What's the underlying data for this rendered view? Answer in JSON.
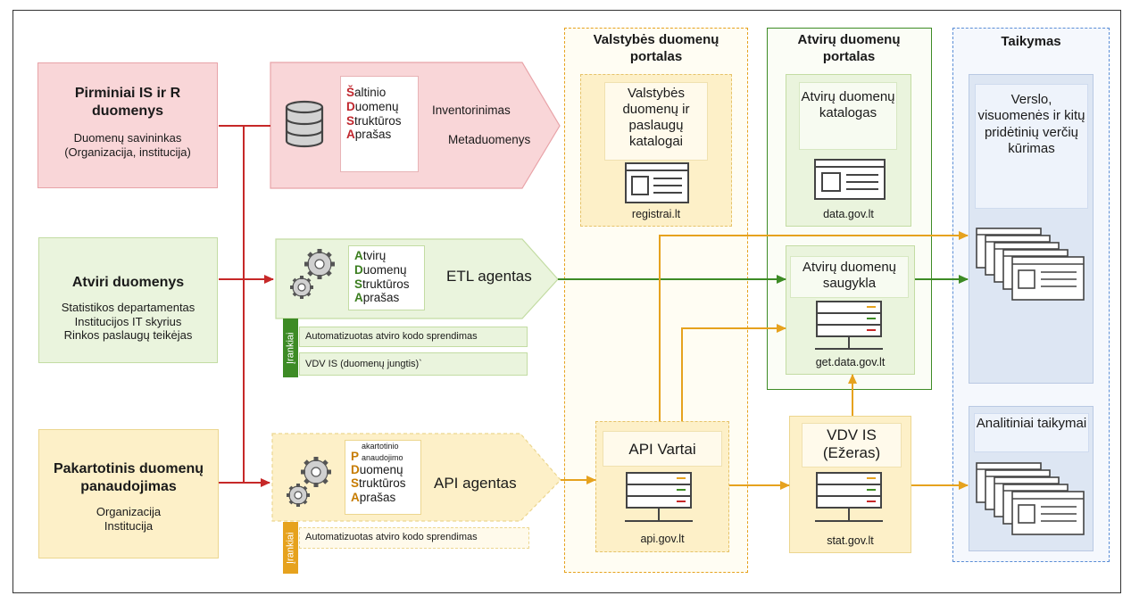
{
  "sources": {
    "primary": {
      "title": "Pirminiai IS ir R duomenys",
      "subtitle": "Duomenų savininkas (Organizacija, institucija)"
    },
    "open": {
      "title": "Atviri duomenys",
      "subtitle": "Statistikos departamentas Institucijos IT skyrius Rinkos paslaugų teikėjas"
    },
    "reuse": {
      "title": "Pakartotinis duomenų panaudojimas",
      "subtitle": "Organizacija Institucija"
    }
  },
  "sdsa": {
    "caps": [
      "Š",
      "D",
      "S",
      "A"
    ],
    "rest": [
      "altinio",
      "uomenų",
      "truktūros",
      "prašas"
    ]
  },
  "adsa": {
    "caps": [
      "A",
      "D",
      "S",
      "A"
    ],
    "rest": [
      "tvirų",
      "uomenų",
      "truktūros",
      "prašas"
    ]
  },
  "pdsa": {
    "top": "akartotinio",
    "cap": "P",
    "bottom": "anaudojimo",
    "caps": [
      "D",
      "S",
      "A"
    ],
    "rest": [
      "uomenų",
      "truktūros",
      "prašas"
    ]
  },
  "inventory_label": "Inventorinimas",
  "metadata_label": "Metaduomenys",
  "etl_label": "ETL agentas",
  "api_agent_label": "API agentas",
  "tools_label": "Įrankiai",
  "etl_tools": [
    "Automatizuotas atviro kodo sprendimas",
    "VDV IS (duomenų jungtis)`"
  ],
  "api_tools": [
    "Automatizuotas atviro kodo sprendimas"
  ],
  "state_portal": {
    "title": "Valstybės duomenų portalas",
    "catalog": "Valstybės duomenų ir paslaugų katalogai",
    "url": "registrai.lt"
  },
  "api_gateway": {
    "title": "API Vartai",
    "url": "api.gov.lt"
  },
  "open_portal": {
    "title": "Atvirų duomenų portalas",
    "catalog": "Atvirų duomenų katalogas",
    "catalog_url": "data.gov.lt",
    "storage": "Atvirų duomenų saugykla",
    "storage_url": "get.data.gov.lt"
  },
  "vdv": {
    "title": "VDV IS (Ežeras)",
    "url": "stat.gov.lt"
  },
  "application": {
    "title": "Taikymas",
    "value": "Verslo, visuomenės ir kitų pridėtinių verčių kūrimas",
    "analytics": "Analitiniai taikymai"
  },
  "colors": {
    "red": "#c62828",
    "green": "#3d8b25",
    "orange": "#e6a21e",
    "blue": "#5b8ed6",
    "pink": "#f9d6d8",
    "lightgreen": "#eaf4dd",
    "lightyellow": "#fdf0c8"
  }
}
